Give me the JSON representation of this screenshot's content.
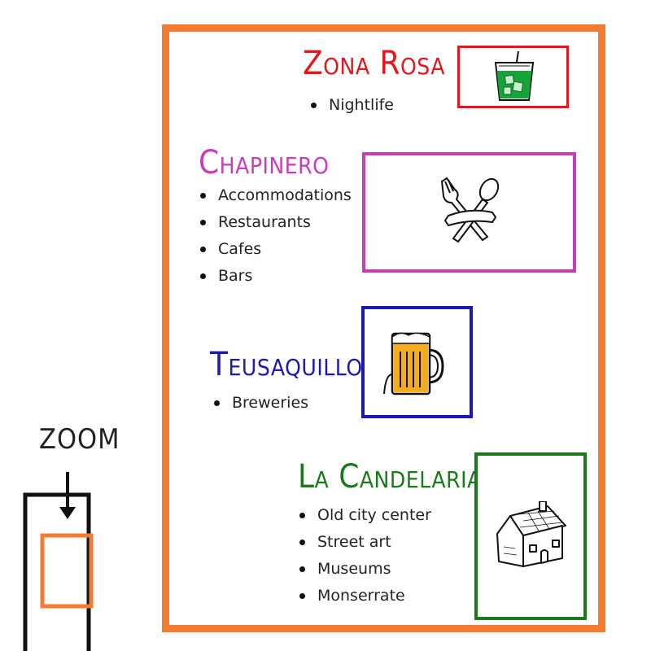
{
  "sections": [
    {
      "title": "Zona Rosa",
      "color": "#e8141e",
      "items": [
        "Nightlife"
      ],
      "icon": "drink-glass-icon"
    },
    {
      "title": "Chapinero",
      "color": "#c93bb8",
      "items": [
        "Accommodations",
        "Restaurants",
        "Cafes",
        "Bars"
      ],
      "icon": "fork-spoon-icon"
    },
    {
      "title": "Teusaquillo",
      "color": "#1c18b4",
      "items": [
        "Breweries"
      ],
      "icon": "beer-mug-icon"
    },
    {
      "title": "La Candelaria",
      "color": "#1a7a1a",
      "items": [
        "Old city center",
        "Street art",
        "Museums",
        "Monserrate"
      ],
      "icon": "house-icon"
    }
  ],
  "zoom": {
    "label": "ZOOM",
    "frame_color": "#111111",
    "highlight_color": "#f47b30"
  },
  "frame_color": "#f47b30"
}
